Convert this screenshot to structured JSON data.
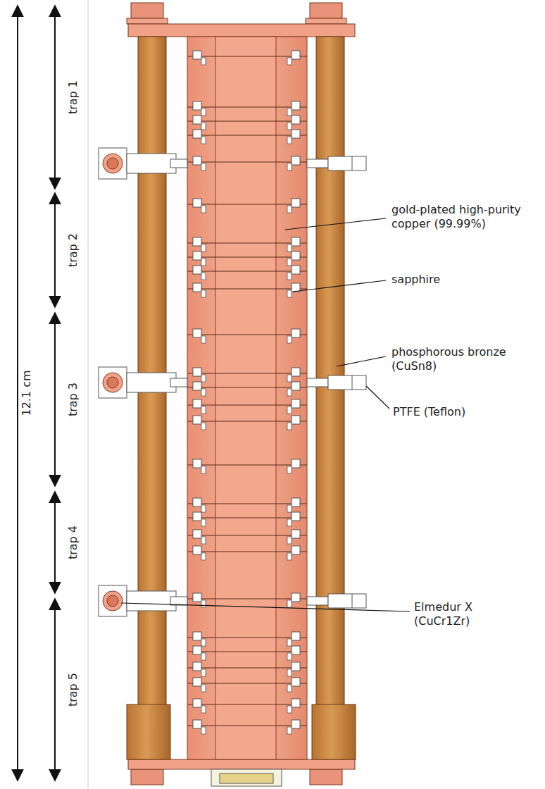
{
  "diagram": {
    "labels": [
      "12.1 cm",
      "trap 1",
      "trap 2",
      "trap 3",
      "trap 4",
      "trap 5",
      "gold-plated high-purity copper (99.99%)",
      "sapphire",
      "phosphorous bronze (CuSn8)",
      "PTFE (Teflon)",
      "Elmedur X (CuCr1Zr)"
    ]
  }
}
